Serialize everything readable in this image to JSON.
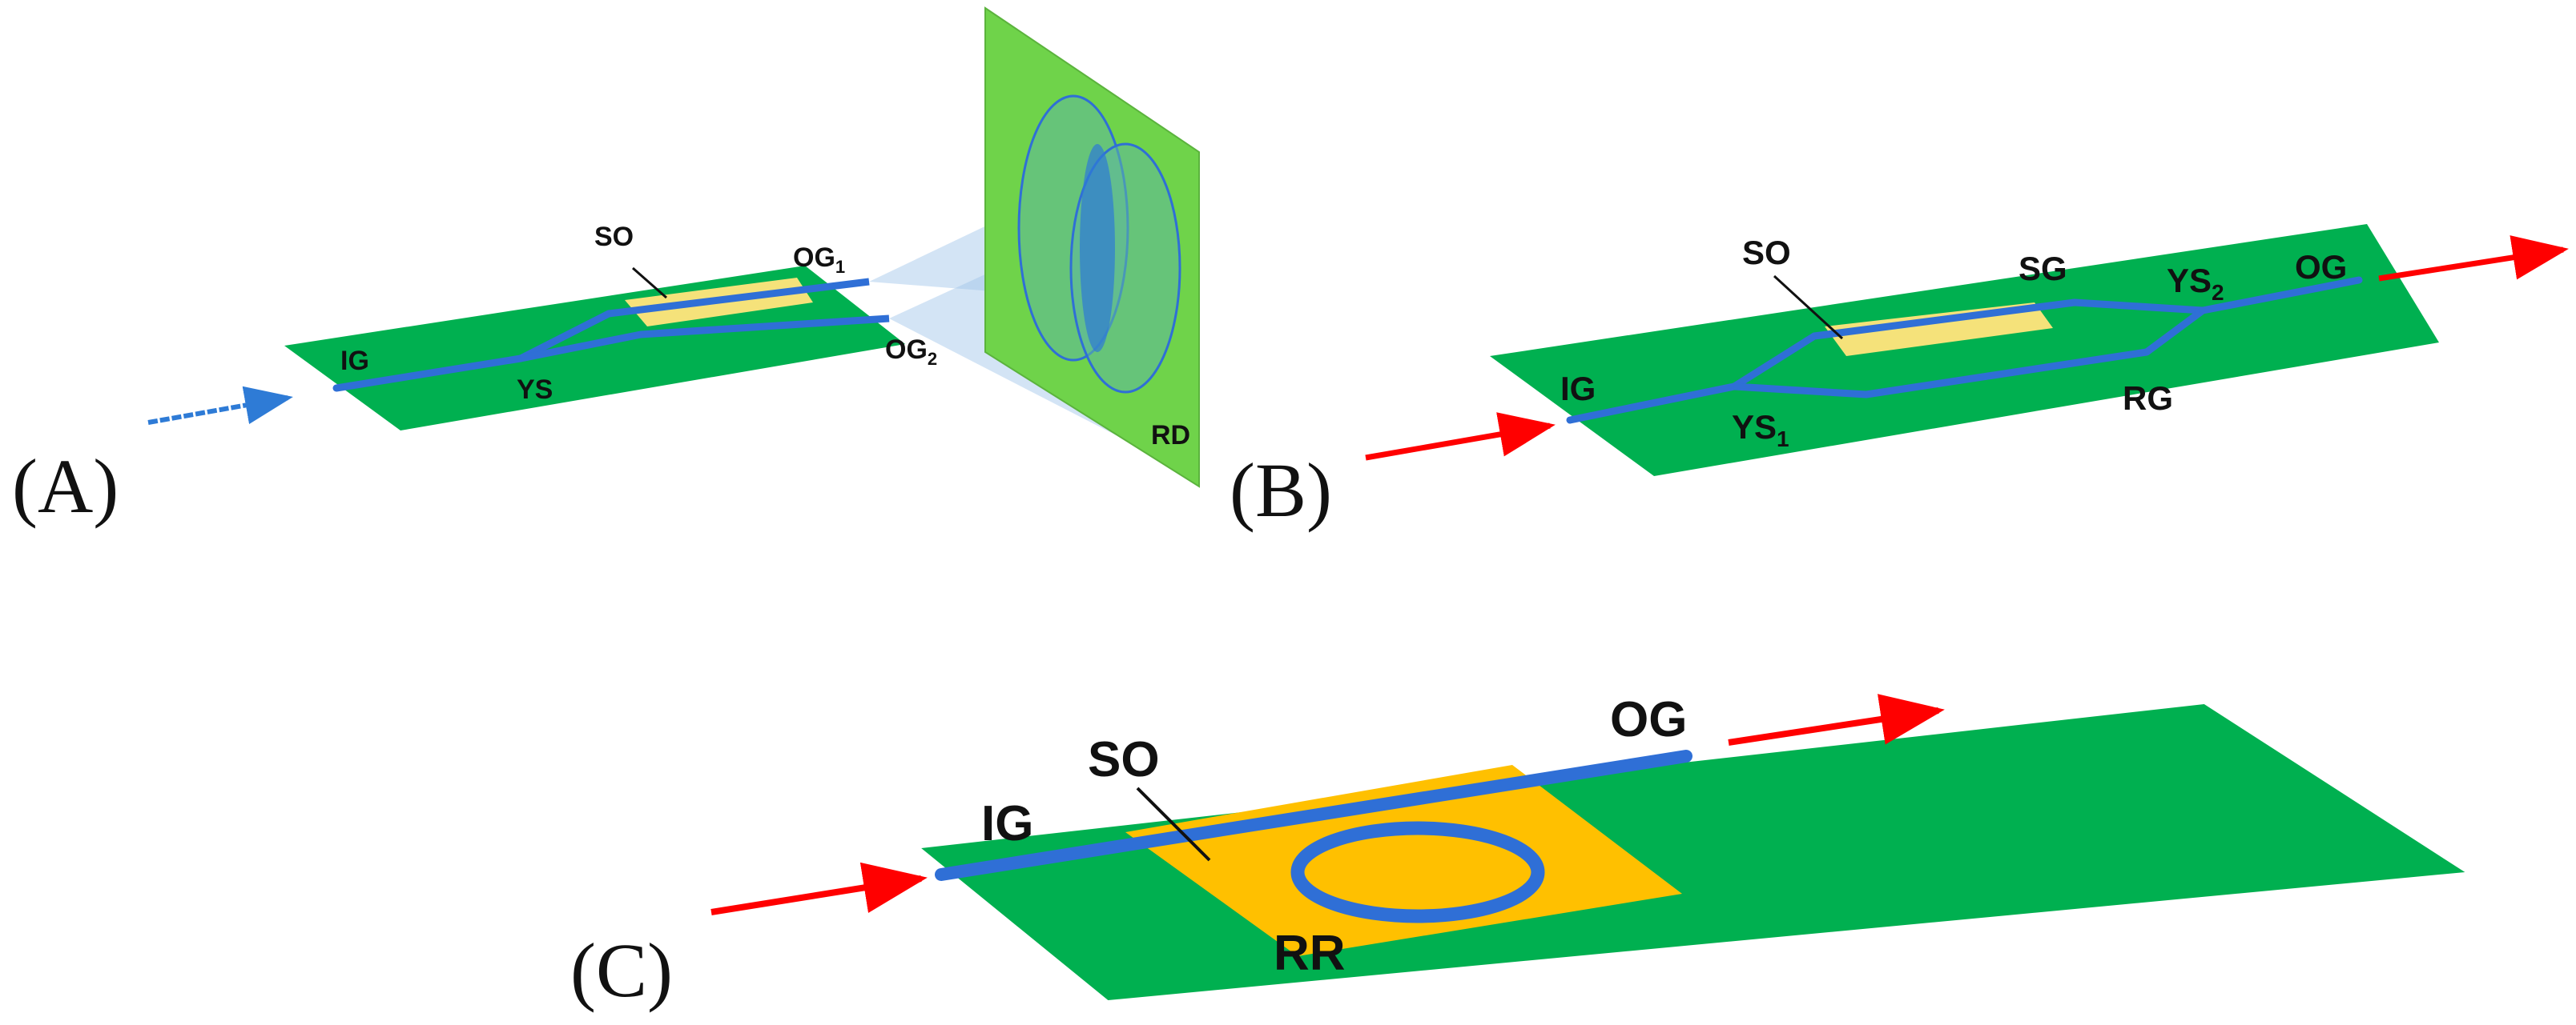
{
  "panels": {
    "a": "(A)",
    "b": "(B)",
    "c": "(C)"
  },
  "diagram_a": {
    "so": "SO",
    "og1_main": "OG",
    "og1_sub": "1",
    "og2_main": "OG",
    "og2_sub": "2",
    "ig": "IG",
    "ys": "YS",
    "rd": "RD"
  },
  "diagram_b": {
    "so": "SO",
    "sg": "SG",
    "ys2_main": "YS",
    "ys2_sub": "2",
    "og": "OG",
    "ig": "IG",
    "ys1_main": "YS",
    "ys1_sub": "1",
    "rg": "RG"
  },
  "diagram_c": {
    "so": "SO",
    "og": "OG",
    "ig": "IG",
    "rr": "RR"
  },
  "colors": {
    "substrate": "#00b050",
    "waveguide": "#2f6fd6",
    "sensing_pad": "#ffc000",
    "sensing_pad_light": "#f5e27a",
    "detector": "#6fd34a",
    "arrow_red": "#ff0000",
    "arrow_blue": "#2e7bd6"
  }
}
